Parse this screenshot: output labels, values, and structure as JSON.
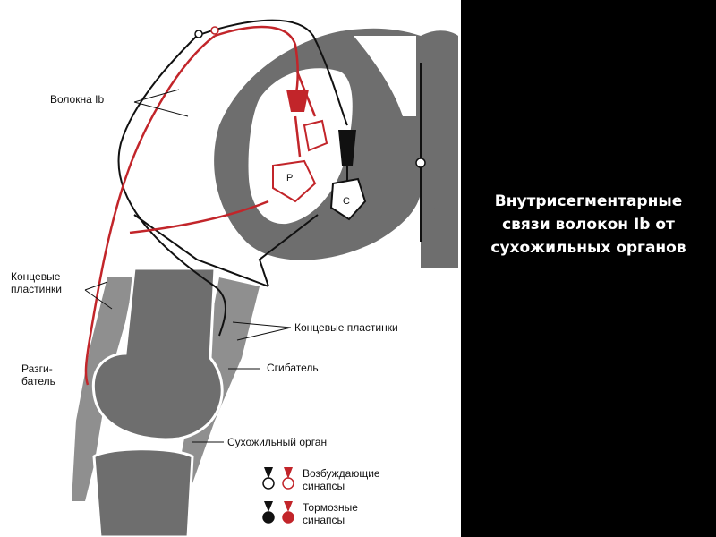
{
  "slide": {
    "title": "Внутрисегментарные связи волокон Ib от сухожильных органов"
  },
  "figure": {
    "labels": {
      "fibers": "Волокна Ib",
      "end_plates_left": "Концевые\nпластинки",
      "end_plates_right": "Концевые пластинки",
      "extensor": "Разги-\nбатель",
      "flexor": "Сгибатель",
      "tendon_organ": "Сухожильный орган",
      "neuron_p": "Р",
      "neuron_c": "С"
    },
    "legend": {
      "excitatory": "Возбуждающие\nсинапсы",
      "inhibitory": "Тормозные\nсинапсы"
    },
    "colors": {
      "excitatory_path": "#c2252a",
      "inhibitory_path": "#111111",
      "grey_matter": "#6e6e6e",
      "muscle": "#8f8f8f",
      "side_panel": "#000000"
    }
  }
}
